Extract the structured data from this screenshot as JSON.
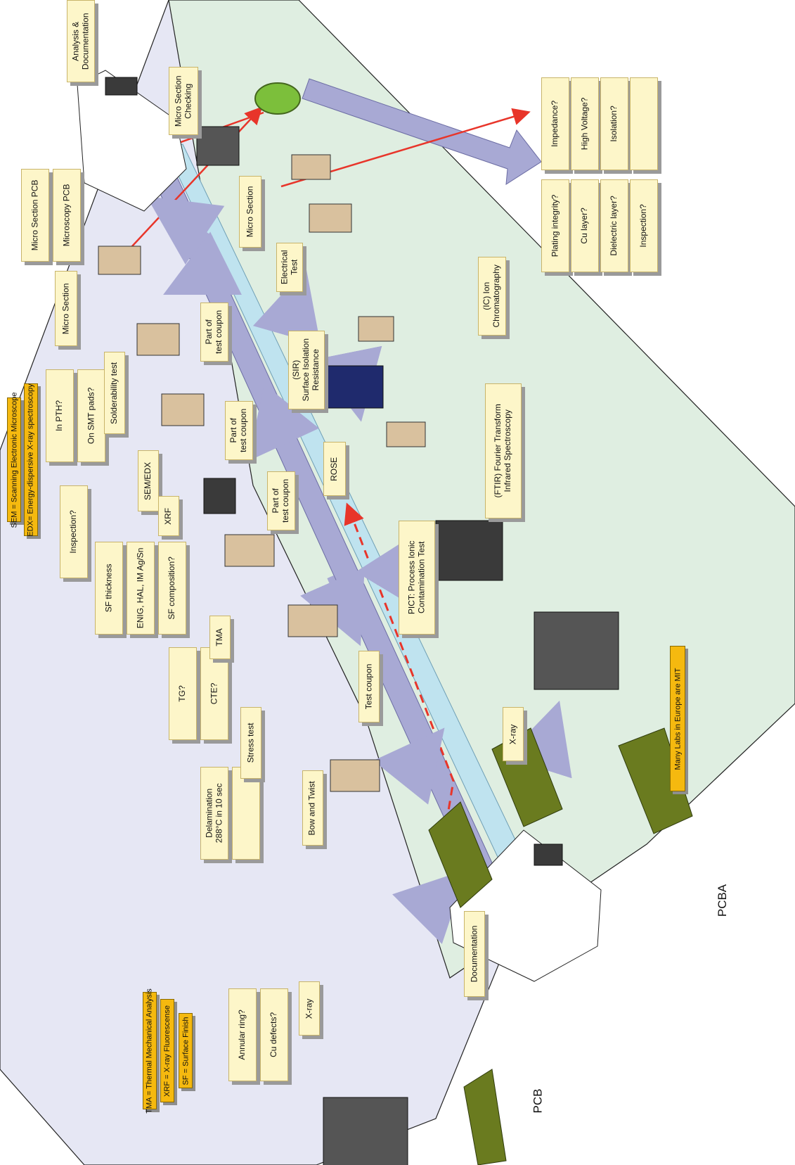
{
  "legend": {
    "sem": "SEM = Scanning Electronic Microscope",
    "edx": "EDX= Energy-dispersive X-ray spectroscopy",
    "tma": "TMA = Thermal Mechanical Analysis",
    "xrf": "XRF = X-ray Fluorescense",
    "sf": "SF = Surface Finish",
    "mit": "Many Labs in Europe are MIT"
  },
  "sections": {
    "pcb": "PCB",
    "pcba": "PCBA"
  },
  "stations": {
    "analysis_doc": "Analysis &\nDocumentation",
    "micro_section_checking": "Micro Section\nChecking",
    "micro_section_top": "Micro Section",
    "micro_section_right": "Micro Section",
    "electrical_test": "Electrical\nTest",
    "ic": "(IC) Ion\nChromatography",
    "sir": "(SIR)\nSurface Isolation\nResistance",
    "solderability": "Solderability test",
    "part_coupon_1": "Part of\ntest coupon",
    "part_coupon_2": "Part of\ntest coupon",
    "part_coupon_3": "Part of\ntest coupon",
    "sem_edx": "SEM/EDX",
    "xrf": "XRF",
    "ftir": "(FTIR) Fourier Transform\nInfrared Spectroscopy",
    "rose": "ROSE",
    "pict": "PICT: Process Ionic\nContamination Test",
    "tma": "TMA",
    "stress_test": "Stress test",
    "test_coupon": "Test coupon",
    "bow_twist": "Bow and Twist",
    "xray_left": "X-ray",
    "xray_right": "X-ray",
    "documentation": "Documentation"
  },
  "questions": {
    "micro_section_pcb": "Micro Section PCB",
    "microscopy_pcb": "Microscopy PCB",
    "in_pth": "In PTH?",
    "on_smt": "On SMT pads?",
    "inspection_left": "Inspection?",
    "sf_thickness": "SF thickness",
    "enig": "ENIG, HAL, IM Ag/Sn",
    "sf_comp": "SF composition?",
    "tg": "TG?",
    "cte": "CTE?",
    "delamination": "Delamination\n288°C in 10 sec",
    "annular": "Annular ring?",
    "cu_defects": "Cu defects?",
    "impedance": "Impedance?",
    "high_voltage": "High Voltage?",
    "isolation": "Isolation?",
    "plating": "Plating integrity?",
    "cu_layer": "Cu layer?",
    "dielectric": "Dielectric  layer?",
    "inspection_right": "Inspection?"
  },
  "colors": {
    "lab_floor": "#e6e7f4",
    "pcba_floor": "#dfeee1",
    "conveyor": "#a8a9d4",
    "conveyor_light": "#bfe3ef",
    "red_arrow": "#e8352a",
    "label_fill": "#fdf6c9",
    "legend_fill": "#f5b90f"
  }
}
